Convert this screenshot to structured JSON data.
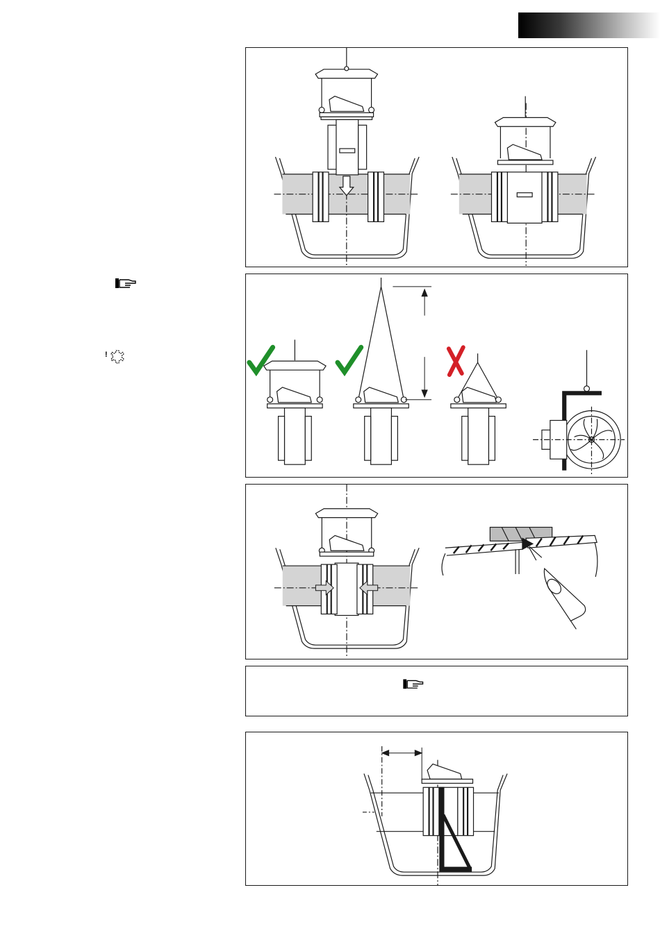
{
  "document": {
    "header_bar": "gradient-header-bar",
    "margin_icons": {
      "pointing_hand": "pointing-hand-icon",
      "caution_gear": "caution-gear-icon",
      "caution_mark": "!"
    },
    "panels": [
      {
        "id": "placement",
        "figure": "thruster-lowered-into-hull-tunnel"
      },
      {
        "id": "lifting",
        "figure": "lifting-methods",
        "marks": [
          {
            "name": "check-icon",
            "color": "#1f8f2a"
          },
          {
            "name": "check-icon",
            "color": "#1f8f2a"
          },
          {
            "name": "cross-icon",
            "color": "#d42027"
          }
        ]
      },
      {
        "id": "sealing",
        "figure": "tunnel-sealing-and-sealant-gun"
      },
      {
        "id": "reference",
        "figure": "pointing-hand-reference"
      },
      {
        "id": "position",
        "figure": "offset-dimension-in-hull"
      }
    ],
    "colors": {
      "check": "#1f8f2a",
      "cross": "#d42027",
      "tunnel_fill": "#d4d4d4",
      "line": "#1a1a1a"
    }
  }
}
